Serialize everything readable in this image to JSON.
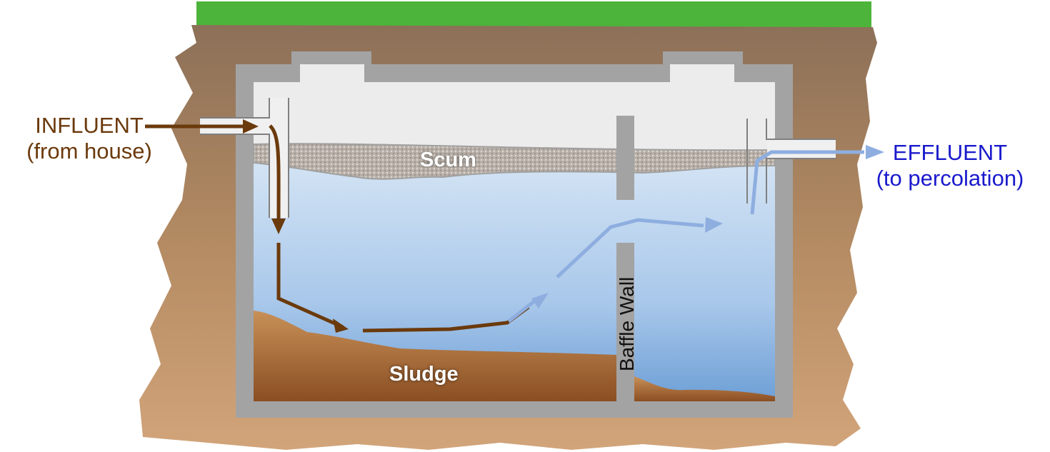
{
  "labels": {
    "influent": "INFLUENT",
    "influent_sub": "(from house)",
    "effluent": "EFFLUENT",
    "effluent_sub": "(to percolation)",
    "scum": "Scum",
    "sludge": "Sludge",
    "baffle_wall": "Baffle Wall"
  },
  "colors": {
    "influent": "#6b3a0c",
    "effluent": "#1a1acc",
    "effluent_flow": "#8eaee0",
    "tank": "#a0a0a0",
    "soil": "#b08a64"
  }
}
